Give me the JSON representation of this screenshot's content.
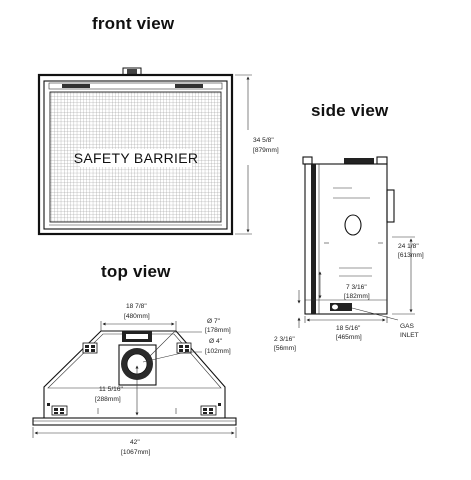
{
  "titles": {
    "front": "front view",
    "side": "side view",
    "top": "top view"
  },
  "front_view": {
    "barrier_label": "SAFETY BARRIER",
    "height_in": "34 5/8\"",
    "height_mm": "[879mm]"
  },
  "side_view": {
    "height_in": "24 1/8\"",
    "height_mm": "[613mm]",
    "inlet_height_in": "7 3/16\"",
    "inlet_height_mm": "[182mm]",
    "depth_in": "18 5/16\"",
    "depth_mm": "[465mm]",
    "inlet_offset_in": "2 3/16\"",
    "inlet_offset_mm": "[56mm]",
    "gas_inlet_line1": "GAS",
    "gas_inlet_line2": "INLET"
  },
  "top_view": {
    "top_width_in": "18 7/8\"",
    "top_width_mm": "[480mm]",
    "vent_outer_in": "Ø 7\"",
    "vent_outer_mm": "[178mm]",
    "vent_inner_in": "Ø 4\"",
    "vent_inner_mm": "[102mm]",
    "vent_offset_in": "11 5/16\"",
    "vent_offset_mm": "[288mm]",
    "overall_width_in": "42\"",
    "overall_width_mm": "[1067mm]"
  },
  "colors": {
    "line": "#111111",
    "grid": "#8a8a8a",
    "background": "#ffffff"
  }
}
